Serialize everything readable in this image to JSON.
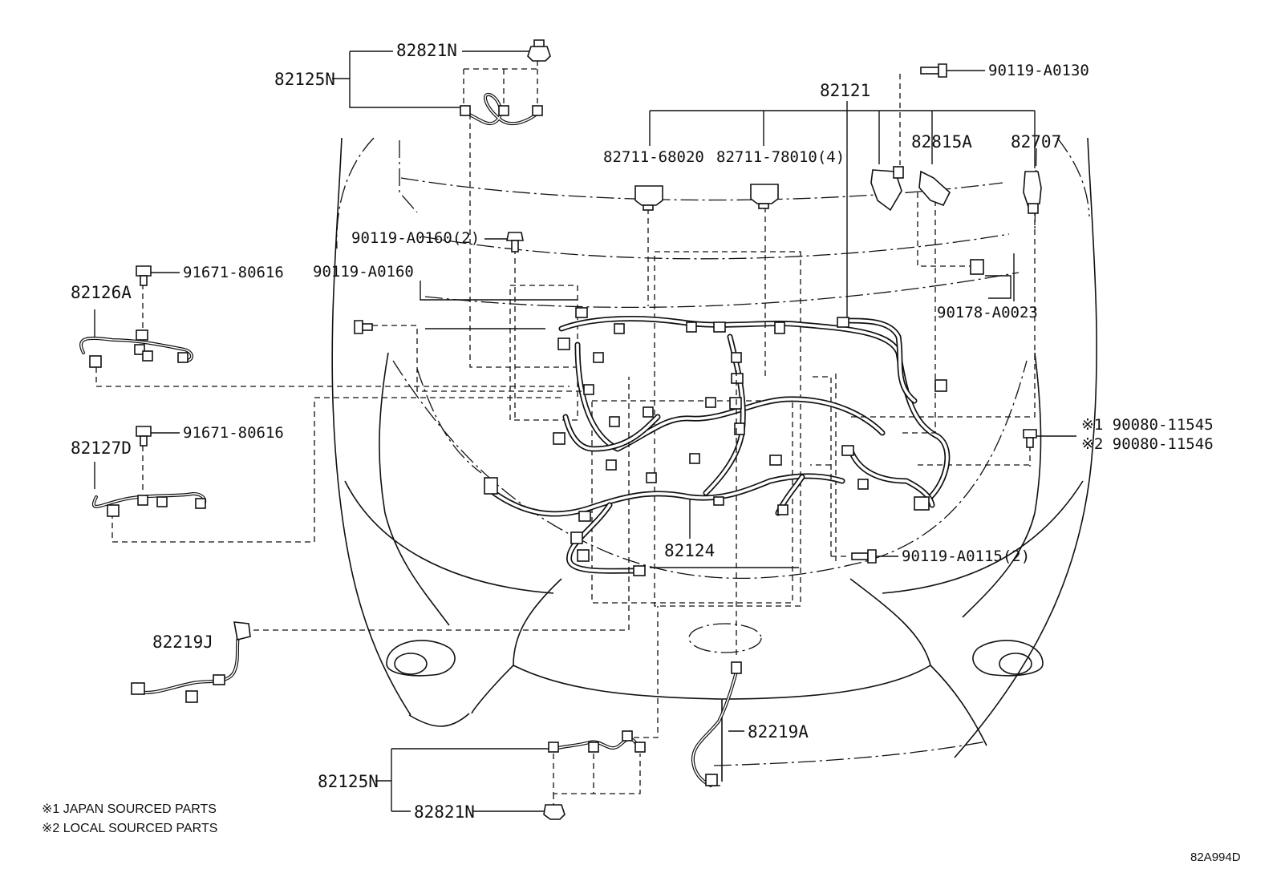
{
  "diagram_code": "82A994D",
  "notes": [
    "※1 JAPAN SOURCED PARTS",
    "※2 LOCAL SOURCED PARTS"
  ],
  "parts": {
    "p82821N_top": "82821N",
    "p82125N_top": "82125N",
    "p82121": "82121",
    "p90119_A0130": "90119-A0130",
    "p82815A": "82815A",
    "p82707": "82707",
    "p82711_68020": "82711-68020",
    "p82711_78010": "82711-78010(4)",
    "p90119_A0160_2": "90119-A0160(2)",
    "p90119_A0160": "90119-A0160",
    "p91671_80616_a": "91671-80616",
    "p82126A": "82126A",
    "p90178_A0023": "90178-A0023",
    "p90080_11545": "※1 90080-11545",
    "p90080_11546": "※2 90080-11546",
    "p91671_80616_b": "91671-80616",
    "p82127D": "82127D",
    "p82124": "82124",
    "p90119_A0115": "90119-A0115(2)",
    "p82219J": "82219J",
    "p82219A": "82219A",
    "p82125N_bot": "82125N",
    "p82821N_bot": "82821N"
  }
}
